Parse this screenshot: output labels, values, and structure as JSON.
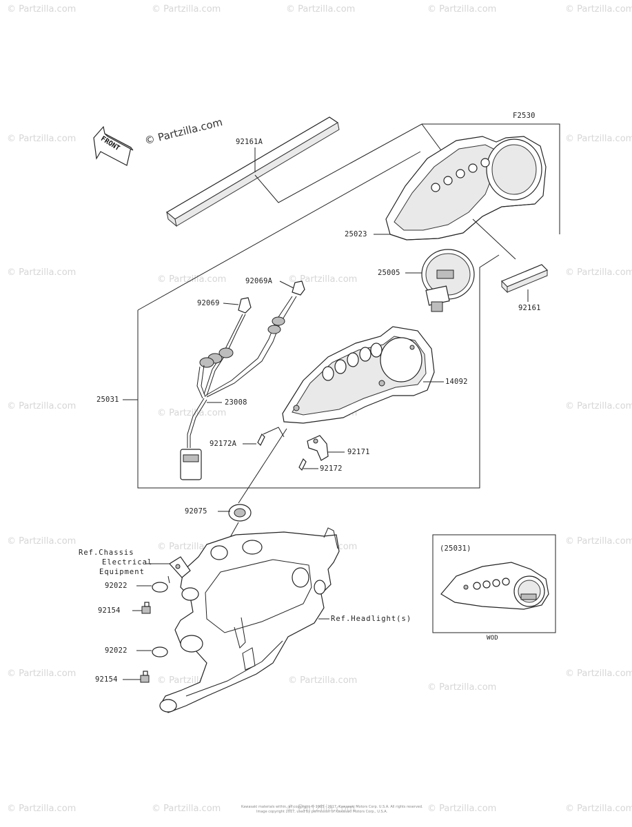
{
  "watermark": "© Partzilla.com",
  "brand": "© Partzilla.com",
  "front_label": "FRONT",
  "labels": {
    "f2530": "F2530",
    "p92161a": "92161A",
    "p25023": "25023",
    "p25005": "25005",
    "p92161": "92161",
    "p92069a": "92069A",
    "p92069": "92069",
    "p25031": "25031",
    "p23008": "23008",
    "p14092": "14092",
    "p92172a": "92172A",
    "p92171": "92171",
    "p92172": "92172",
    "p92075": "92075",
    "ref_chassis": "Ref.Chassis",
    "electrical": "Electrical",
    "equipment": "Equipment",
    "p92022a": "92022",
    "p92154a": "92154",
    "p92022b": "92022",
    "p92154b": "92154",
    "ref_headlight": "Ref.Headlight(s)",
    "inset_ref": "(25031)",
    "inset_caption": "WOD"
  },
  "footer": {
    "line1": "Kawasaki materials within, all copyright © 1985 - 2017, Kawasaki Motors Corp. U.S.A. All rights reserved.",
    "line2": "Image copyright 2017, used by permission of Kawasaki Motors Corp., U.S.A."
  }
}
